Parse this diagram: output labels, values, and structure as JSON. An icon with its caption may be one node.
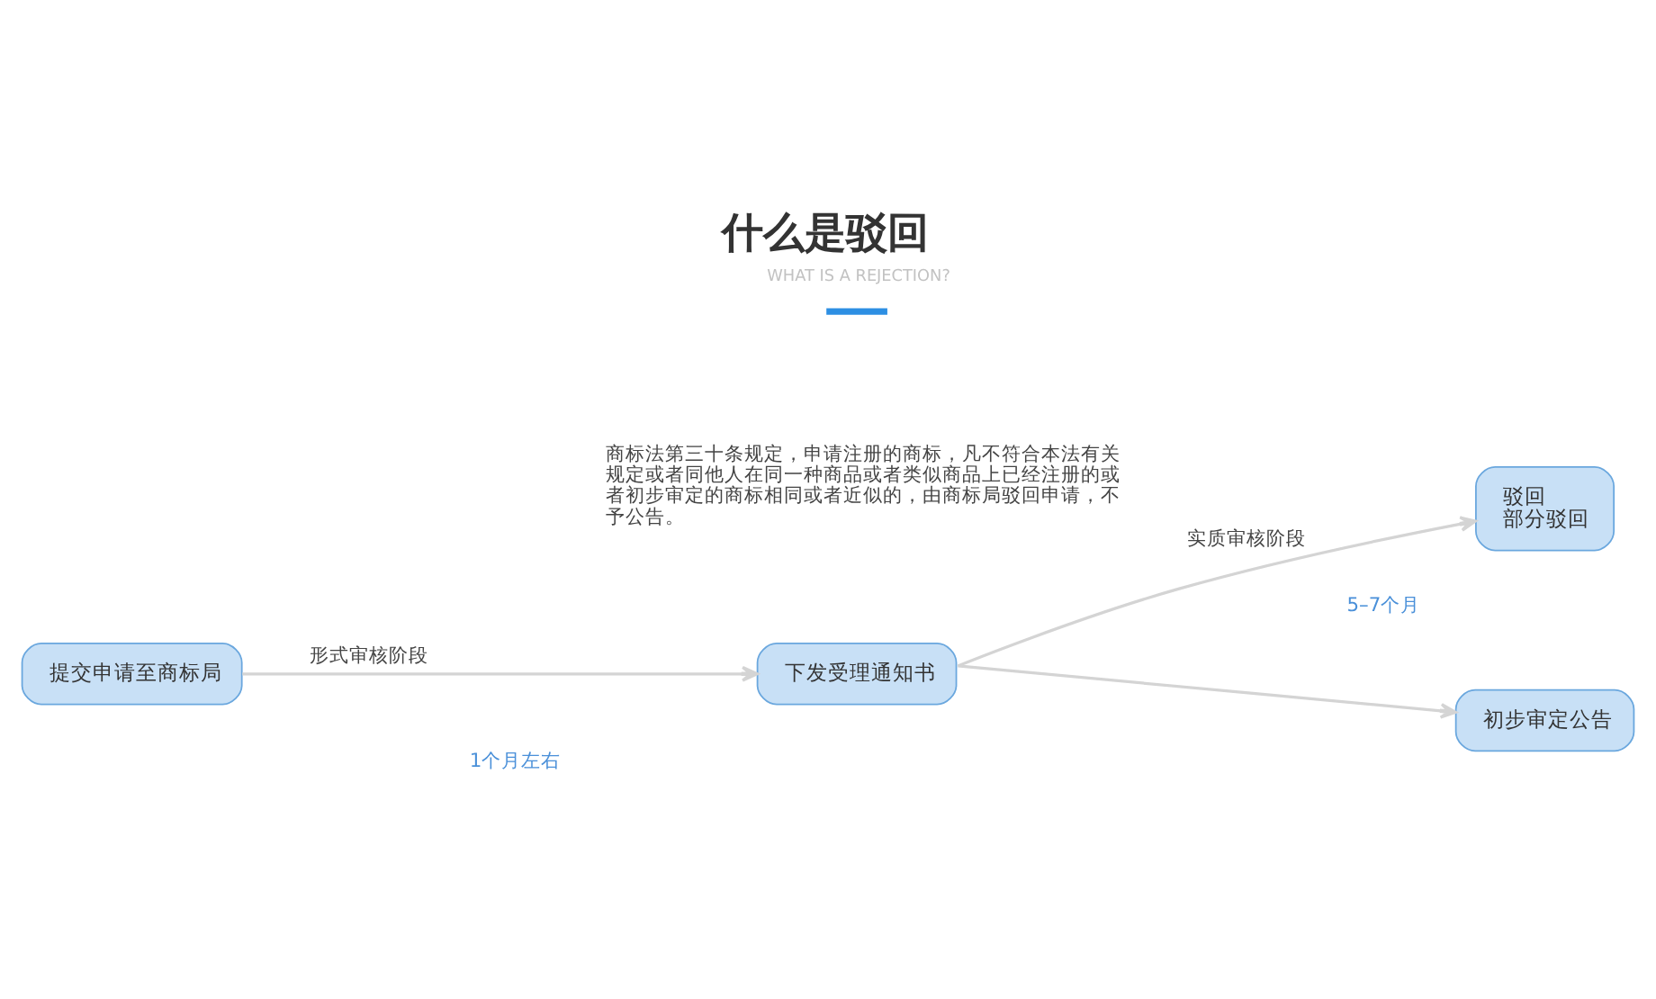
{
  "diagram": {
    "title": "什么是驳回",
    "nodes": [
      {
        "text": [
          "提交申请至商标局"
        ]
      },
      {
        "text": [
          "下发受理通知书"
        ]
      },
      {
        "text": [
          "驳回",
          "部分驳回"
        ]
      },
      {
        "text": [
          "初步审定公告"
        ]
      }
    ],
    "edges": [
      {
        "from": 0,
        "to": 1,
        "arrow": "to",
        "label": "形式审核阶段"
      },
      {
        "from": 1,
        "to": 2,
        "arrow": "to",
        "label": "实质审核阶段"
      },
      {
        "from": 1,
        "to": 3,
        "arrow": "to"
      }
    ],
    "labels": [
      "WHAT IS A REJECTION?",
      "商标法第三十条规定，申请注册的商标，凡不符合本法有关规定或者同他人在同一种商品或者类似商品上已经注册的或者初步审定的商标相同或者近似的，由商标局驳回申请，不予公告。",
      "1个月左右",
      "5–7个月"
    ]
  }
}
